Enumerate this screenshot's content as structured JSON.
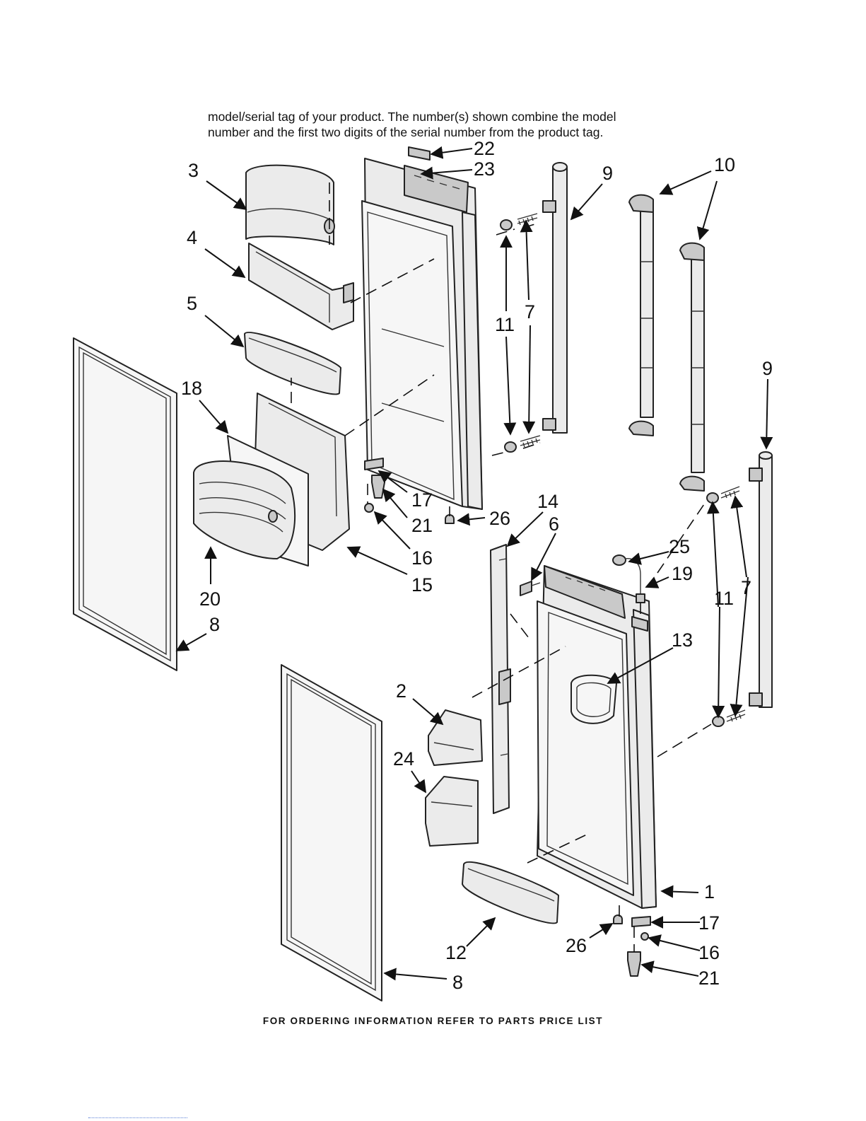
{
  "header": {
    "intro_line_1": "model/serial tag of your product. The number(s) shown combine the model",
    "intro_line_2": "number and the first two digits of the serial number from the product tag."
  },
  "diagram": {
    "callouts": [
      {
        "id": "c22",
        "label": "22"
      },
      {
        "id": "c23",
        "label": "23"
      },
      {
        "id": "c3",
        "label": "3"
      },
      {
        "id": "c9a",
        "label": "9"
      },
      {
        "id": "c10",
        "label": "10"
      },
      {
        "id": "c4",
        "label": "4"
      },
      {
        "id": "c5",
        "label": "5"
      },
      {
        "id": "c11a",
        "label": "11"
      },
      {
        "id": "c7a",
        "label": "7"
      },
      {
        "id": "c9b",
        "label": "9"
      },
      {
        "id": "c18",
        "label": "18"
      },
      {
        "id": "c17a",
        "label": "17"
      },
      {
        "id": "c21a",
        "label": "21"
      },
      {
        "id": "c26a",
        "label": "26"
      },
      {
        "id": "c14",
        "label": "14"
      },
      {
        "id": "c6",
        "label": "6"
      },
      {
        "id": "c16a",
        "label": "16"
      },
      {
        "id": "c15",
        "label": "15"
      },
      {
        "id": "c25",
        "label": "25"
      },
      {
        "id": "c19",
        "label": "19"
      },
      {
        "id": "c20",
        "label": "20"
      },
      {
        "id": "c8a",
        "label": "8"
      },
      {
        "id": "c11b",
        "label": "11"
      },
      {
        "id": "c7b",
        "label": "7"
      },
      {
        "id": "c13",
        "label": "13"
      },
      {
        "id": "c2",
        "label": "2"
      },
      {
        "id": "c24",
        "label": "24"
      },
      {
        "id": "c1",
        "label": "1"
      },
      {
        "id": "c17b",
        "label": "17"
      },
      {
        "id": "c12",
        "label": "12"
      },
      {
        "id": "c26b",
        "label": "26"
      },
      {
        "id": "c16b",
        "label": "16"
      },
      {
        "id": "c21b",
        "label": "21"
      },
      {
        "id": "c8b",
        "label": "8"
      }
    ]
  },
  "footer": {
    "text": "FOR ORDERING INFORMATION REFER TO PARTS PRICE LIST"
  }
}
